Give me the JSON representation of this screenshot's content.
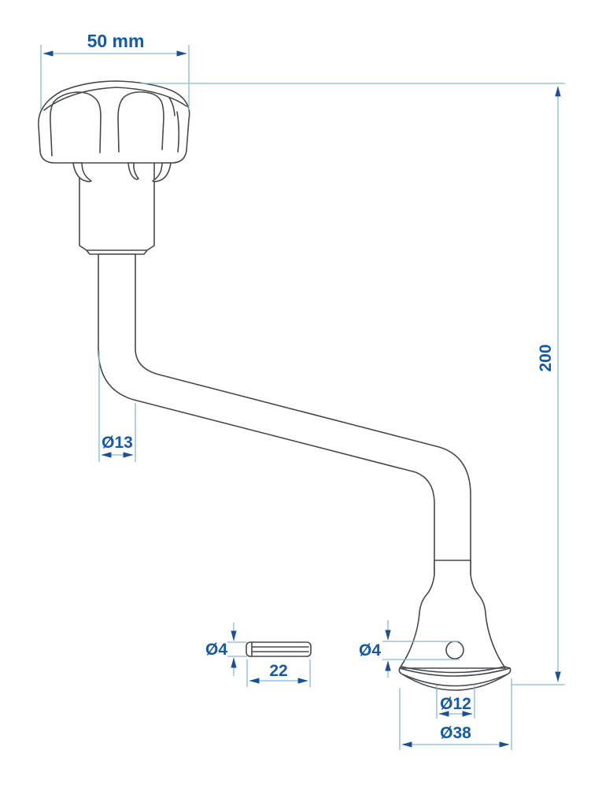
{
  "document": {
    "type": "technical-dimension-drawing",
    "subject": "crank handle with grip knob, S-bent tube, pin and flange base",
    "unit_note": "mm"
  },
  "dimensions": {
    "knob_width": "50 mm",
    "overall_height": "200",
    "tube_diameter": "Ø13",
    "pin_diameter": "Ø4",
    "pin_length": "22",
    "base_hole_diameter": "Ø4",
    "base_inner_diameter": "Ø12",
    "base_outer_diameter": "Ø38"
  },
  "colors": {
    "background": "#ffffff",
    "part_lines": "#46494c",
    "dimension_lines": "#8ab6da",
    "arrowheads": "#1b4f96",
    "dimension_text": "#155aa5"
  }
}
